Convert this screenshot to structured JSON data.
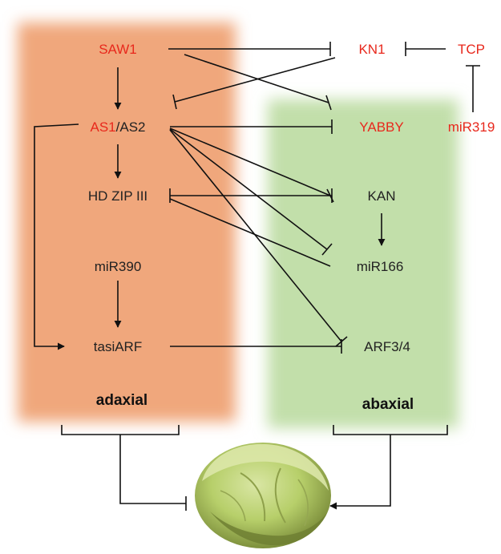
{
  "nodes": {
    "saw1": "SAW1",
    "kn1": "KN1",
    "tcp": "TCP",
    "as1": "AS1",
    "as_sep": "/AS2",
    "yabby": "YABBY",
    "mir319": "miR319",
    "hdzip": "HD ZIP III",
    "kan": "KAN",
    "mir166": "miR166",
    "mir390": "miR390",
    "tasiarf": "tasiARF",
    "arf34": "ARF3/4"
  },
  "regions": {
    "adaxial": "adaxial",
    "abaxial": "abaxial"
  },
  "colors": {
    "adaxial_fill": "#f0a77b",
    "abaxial_fill": "#c2dfaa",
    "highlight_text": "#e8281c",
    "text": "#222222",
    "line": "#111111"
  },
  "icons": {
    "leaf": "lettuce-head-icon"
  }
}
